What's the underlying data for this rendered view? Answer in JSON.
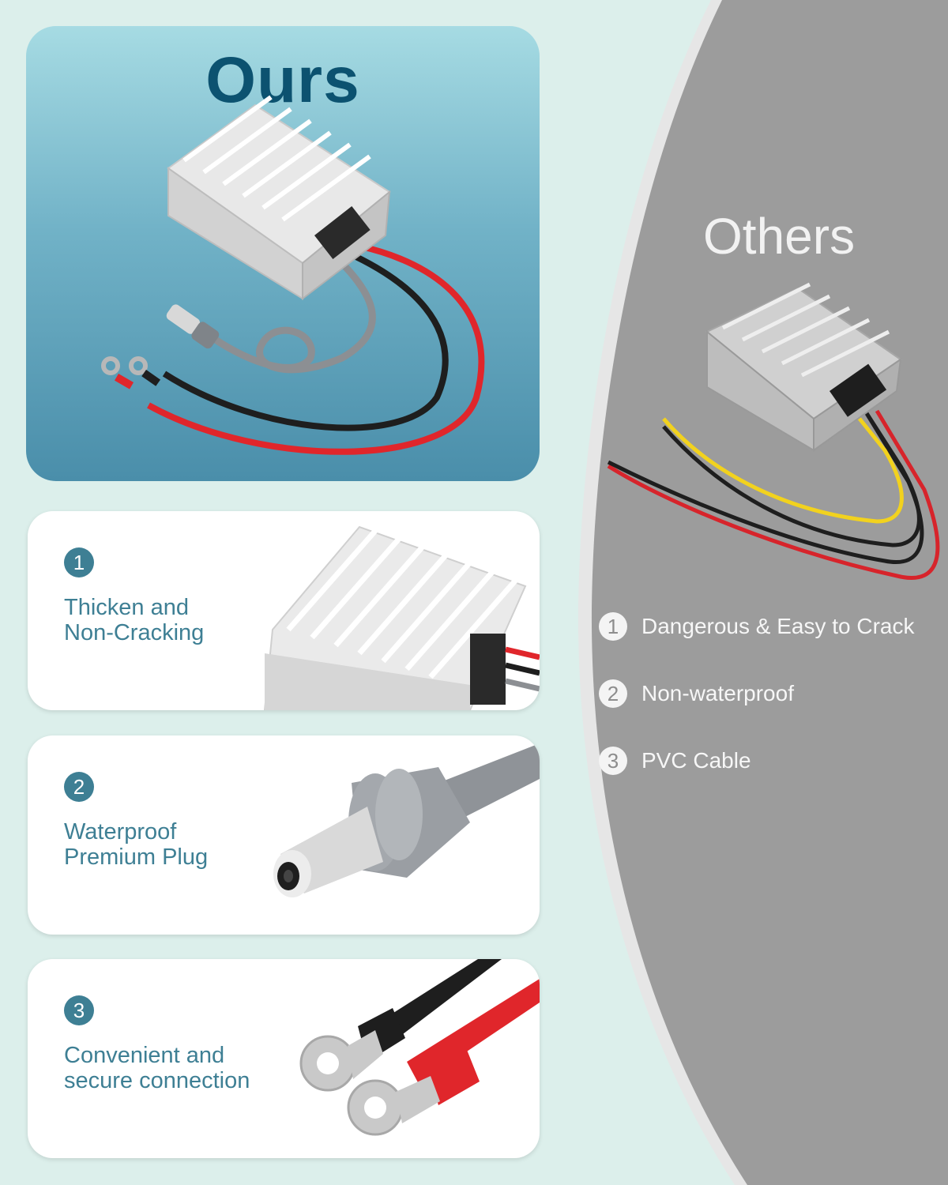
{
  "ours": {
    "title": "Ours",
    "features": [
      {
        "number": "1",
        "text_line1": "Thicken and",
        "text_line2": "Non-Cracking"
      },
      {
        "number": "2",
        "text_line1": "Waterproof",
        "text_line2": "Premium Plug"
      },
      {
        "number": "3",
        "text_line1": "Convenient and",
        "text_line2": "secure connection"
      }
    ]
  },
  "others": {
    "title": "Others",
    "items": [
      {
        "number": "1",
        "text": "Dangerous & Easy to Crack"
      },
      {
        "number": "2",
        "text": "Non-waterproof"
      },
      {
        "number": "3",
        "text": "PVC Cable"
      }
    ]
  },
  "colors": {
    "accent": "#3e7f94",
    "title_blue": "#0c5270",
    "others_gray": "#9a9a9a",
    "wire_red": "#e0262b",
    "wire_black": "#1e1e1e",
    "wire_gray": "#8c8f93",
    "wire_yellow": "#f2d21e"
  },
  "icons": [
    "converter-module-icon",
    "dc-plug-icon",
    "ring-terminal-icon"
  ]
}
